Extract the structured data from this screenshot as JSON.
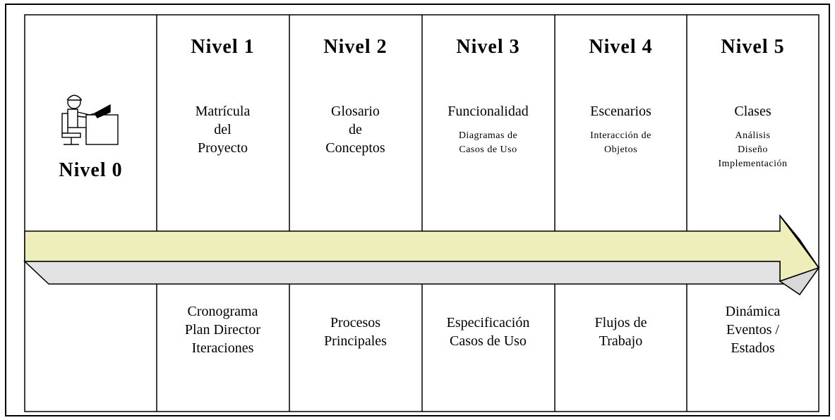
{
  "nivel0": {
    "title": "Nivel 0"
  },
  "levels": [
    {
      "title": "Nivel 1",
      "top": [
        "Matrícula",
        "del",
        "Proyecto"
      ],
      "sub": [],
      "bottom": [
        "Cronograma",
        "Plan Director",
        "Iteraciones"
      ]
    },
    {
      "title": "Nivel 2",
      "top": [
        "Glosario",
        "de",
        "Conceptos"
      ],
      "sub": [],
      "bottom": [
        "Procesos",
        "Principales"
      ]
    },
    {
      "title": "Nivel 3",
      "top": [
        "Funcionalidad"
      ],
      "sub": [
        "Diagramas de",
        "Casos de Uso"
      ],
      "bottom": [
        "Especificación",
        "Casos de Uso"
      ]
    },
    {
      "title": "Nivel 4",
      "top": [
        "Escenarios"
      ],
      "sub": [
        "Interacción de",
        "Objetos"
      ],
      "bottom": [
        "Flujos de",
        "Trabajo"
      ]
    },
    {
      "title": "Nivel 5",
      "top": [
        "Clases"
      ],
      "sub": [
        "Análisis",
        "Diseño",
        "Implementación"
      ],
      "bottom": [
        "Dinámica",
        "Eventos /",
        "Estados"
      ]
    }
  ],
  "icons": {
    "person": "person-at-computer-icon",
    "arrow": "3d-arrow"
  },
  "colors": {
    "arrow_top": "#eeeebb",
    "arrow_bottom": "#e3e3e3",
    "lines": "#000000"
  }
}
